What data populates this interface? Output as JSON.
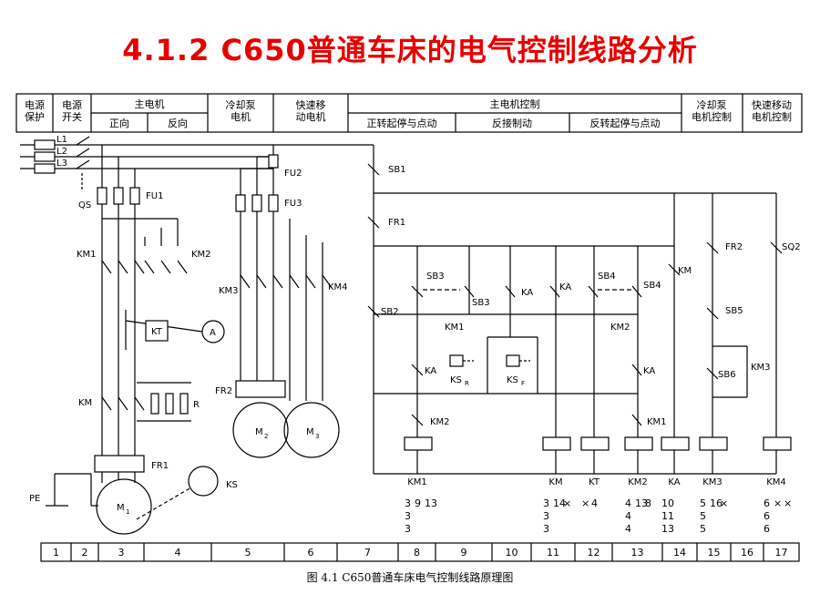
{
  "title": "4.1.2  C650普通车床的电气控制线路分析",
  "header": {
    "c1": "电源\n保护",
    "c2": "电源\n开关",
    "main_motor": "主电机",
    "forward": "正向",
    "reverse": "反向",
    "coolant_pump": "冷却泵\n电机",
    "fast_motor": "快速移\n动电机",
    "main_ctrl": "主电机控制",
    "sub1": "正转起停与点动",
    "sub2": "反接制动",
    "sub3": "反转起停与点动",
    "coolant_ctrl": "冷却泵\n电机控制",
    "fast_ctrl": "快速移动\n电机控制"
  },
  "labels": {
    "L1": "L1",
    "L2": "L2",
    "L3": "L3",
    "QS": "QS",
    "FU1": "FU1",
    "FU2": "FU2",
    "FU3": "FU3",
    "KM1": "KM1",
    "KM2": "KM2",
    "KM3": "KM3",
    "KM4": "KM4",
    "KT": "KT",
    "A": "A",
    "KM": "KM",
    "R": "R",
    "FR1": "FR1",
    "FR2": "FR2",
    "PE": "PE",
    "KS": "KS",
    "M1": "M",
    "M1sub": "1",
    "M2": "M",
    "M2sub": "2",
    "M3": "M",
    "M3sub": "3",
    "SB1": "SB1",
    "SB2": "SB2",
    "SB3": "SB3",
    "SB4": "SB4",
    "SB5": "SB5",
    "SB6": "SB6",
    "KA": "KA",
    "KSR": "KS",
    "KSRsub": "R",
    "KSF": "KS",
    "KSFsub": "F",
    "SQ2": "SQ2"
  },
  "coils": [
    "KM1",
    "KM",
    "KT",
    "KM2",
    "KA",
    "KM3",
    "KM4"
  ],
  "xref": {
    "KM1": [
      [
        "3",
        "9",
        "13"
      ],
      [
        "3",
        "",
        ""
      ],
      [
        "3",
        "",
        ""
      ]
    ],
    "KM": [
      [
        "3",
        "14",
        "×"
      ],
      [
        "3",
        "",
        ""
      ],
      [
        "3",
        "",
        ""
      ]
    ],
    "KT": [
      [
        "×",
        "4"
      ]
    ],
    "KM2": [
      [
        "4",
        "13",
        "8"
      ],
      [
        "4",
        "",
        ""
      ],
      [
        "4",
        "",
        ""
      ]
    ],
    "KA": [
      [
        "10"
      ],
      [
        "11"
      ],
      [
        "13"
      ]
    ],
    "KM3": [
      [
        "5",
        "16",
        "×"
      ],
      [
        "5",
        "",
        ""
      ],
      [
        "5",
        "",
        ""
      ]
    ],
    "KM4": [
      [
        "6",
        "×",
        "×"
      ],
      [
        "6",
        "",
        ""
      ],
      [
        "6",
        "",
        ""
      ]
    ]
  },
  "columns": [
    "1",
    "2",
    "3",
    "4",
    "5",
    "6",
    "7",
    "8",
    "9",
    "10",
    "11",
    "12",
    "13",
    "14",
    "15",
    "16",
    "17"
  ],
  "caption": "图 4.1  C650普通车床电气控制线路原理图"
}
